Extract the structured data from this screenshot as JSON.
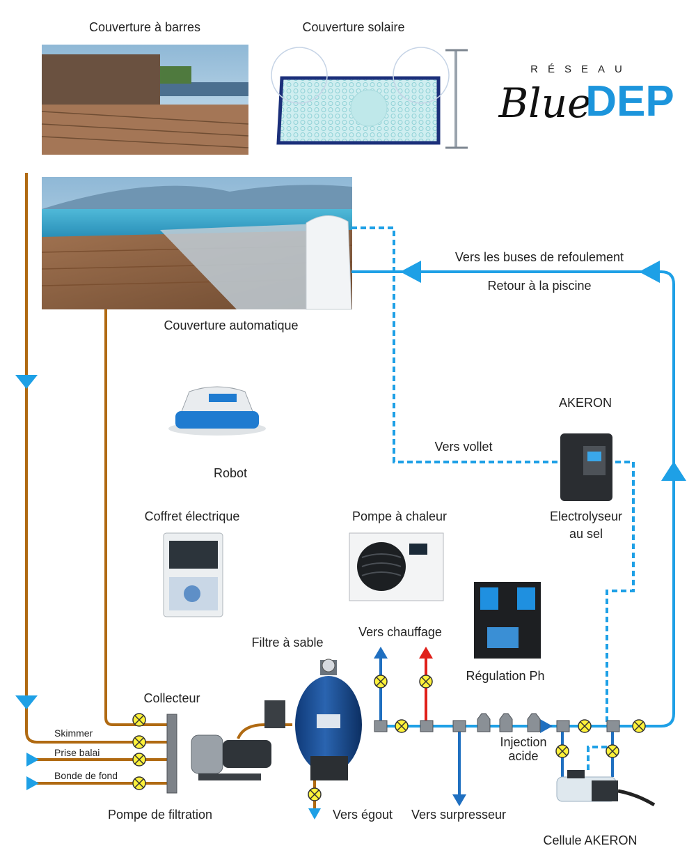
{
  "brand": {
    "top": "RÉSEAU",
    "script": "Blue",
    "bold": "DEP"
  },
  "labels": {
    "couverture_barres": "Couverture à barres",
    "couverture_solaire": "Couverture solaire",
    "couverture_auto": "Couverture automatique",
    "vers_buses": "Vers les buses de refoulement",
    "retour_piscine": "Retour à la piscine",
    "robot": "Robot",
    "akeron": "AKERON",
    "vers_vollet": "Vers vollet",
    "electro_1": "Electrolyseur",
    "electro_2": "au sel",
    "coffret": "Coffret électrique",
    "pompe_chaleur": "Pompe à chaleur",
    "filtre": "Filtre à sable",
    "vers_chauffage": "Vers chauffage",
    "regulation": "Régulation Ph",
    "collecteur": "Collecteur",
    "skimmer": "Skimmer",
    "prise_balai": "Prise balai",
    "bonde": "Bonde de fond",
    "injection_1": "Injection",
    "injection_2": "acide",
    "pompe_filtration": "Pompe de filtration",
    "vers_egout": "Vers égout",
    "vers_surpresseur": "Vers surpresseur",
    "cellule": "Cellule AKERON"
  },
  "colors": {
    "brown_pipe": "#b06a12",
    "blue_pipe": "#1ea0e6",
    "dark_blue_pipe": "#1f6fc0",
    "red_pipe": "#e0201a",
    "valve_yellow": "#fff23a",
    "brand_blue": "#1c95dc"
  }
}
